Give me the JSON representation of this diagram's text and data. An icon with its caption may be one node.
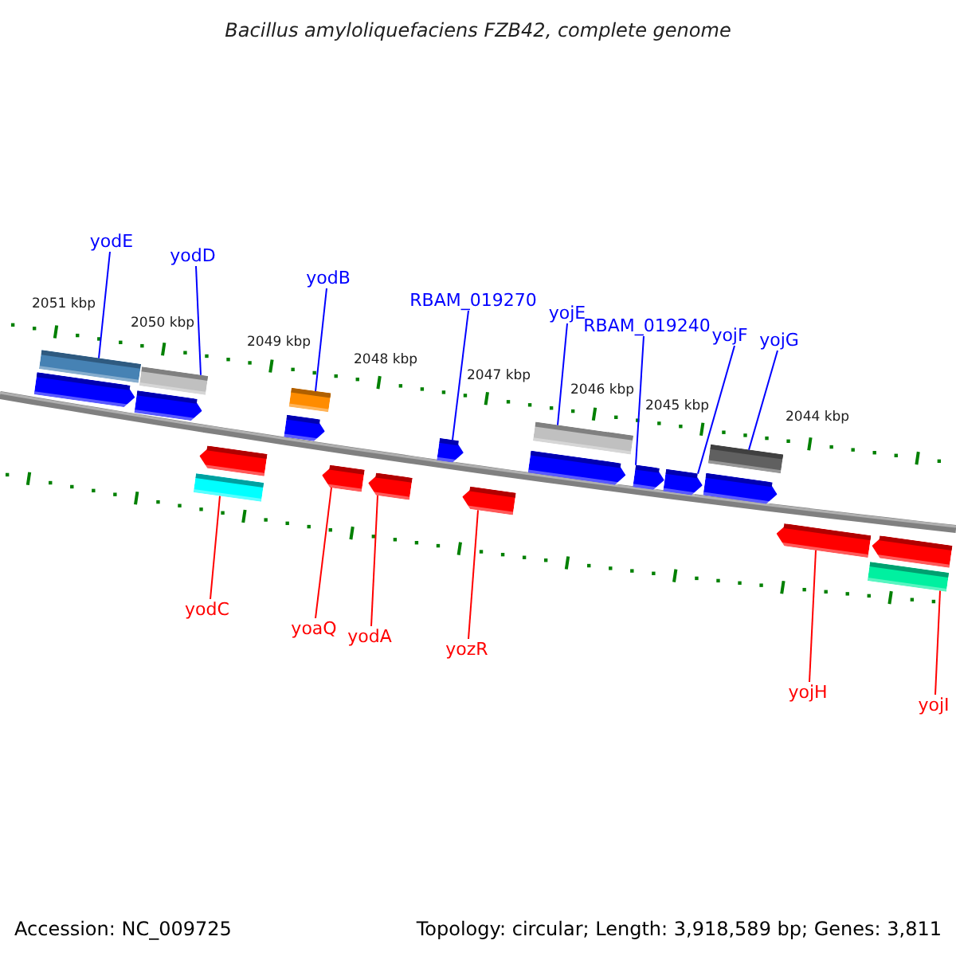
{
  "diagram": {
    "title": "Bacillus amyloliquefaciens FZB42, complete genome",
    "nodes": [
      {
        "text": [
          "yodE"
        ]
      },
      {
        "text": [
          "yodD"
        ]
      },
      {
        "text": [
          "yodB"
        ]
      },
      {
        "text": [
          "RBAM_019270"
        ]
      },
      {
        "text": [
          "yojE"
        ]
      },
      {
        "text": [
          "RBAM_019240"
        ]
      },
      {
        "text": [
          "yojF"
        ]
      },
      {
        "text": [
          "yojG"
        ]
      },
      {
        "text": [
          "yodC"
        ]
      },
      {
        "text": [
          "yoaQ"
        ]
      },
      {
        "text": [
          "yodA"
        ]
      },
      {
        "text": [
          "yozR"
        ]
      },
      {
        "text": [
          "yojH"
        ]
      },
      {
        "text": [
          "yojI"
        ]
      },
      {
        "text": [],
        "shape": "arrow"
      },
      {
        "text": [],
        "shape": "bar"
      },
      {
        "text": [],
        "shape": "arrow"
      },
      {
        "text": [],
        "shape": "bar"
      },
      {
        "text": [],
        "shape": "bar"
      },
      {
        "text": [],
        "shape": "arrow"
      },
      {
        "text": [],
        "shape": "arrow"
      },
      {
        "text": [],
        "shape": "bar"
      },
      {
        "text": [],
        "shape": "arrow"
      },
      {
        "text": [],
        "shape": "arrow"
      },
      {
        "text": [],
        "shape": "arrow"
      },
      {
        "text": [],
        "shape": "arrow"
      },
      {
        "text": [],
        "shape": "arrow"
      },
      {
        "text": [],
        "shape": "bar"
      },
      {
        "text": [],
        "shape": "arrow"
      },
      {
        "text": [],
        "shape": "arrow"
      },
      {
        "text": [],
        "shape": "arrow"
      },
      {
        "text": [],
        "shape": "bar"
      },
      {
        "text": [],
        "shape": "arrow"
      },
      {
        "text": [],
        "shape": "bar"
      },
      {
        "text": [],
        "shape": "arrow"
      }
    ],
    "edges": [
      {
        "from": 0,
        "to": 15,
        "arrow": "none"
      },
      {
        "from": 1,
        "to": 17,
        "arrow": "none"
      },
      {
        "from": 2,
        "to": 21,
        "arrow": "none"
      },
      {
        "from": 3,
        "to": 24,
        "arrow": "none"
      },
      {
        "from": 4,
        "to": 27,
        "arrow": "none"
      },
      {
        "from": 5,
        "to": 28,
        "arrow": "none"
      },
      {
        "from": 6,
        "to": 29,
        "arrow": "none"
      },
      {
        "from": 7,
        "to": 31,
        "arrow": "none"
      },
      {
        "from": 8,
        "to": 18,
        "arrow": "none",
        "color": "#ff0000"
      },
      {
        "from": 9,
        "to": 22,
        "arrow": "none",
        "color": "#ff0000"
      },
      {
        "from": 10,
        "to": 23,
        "arrow": "none",
        "color": "#ff0000"
      },
      {
        "from": 11,
        "to": 25,
        "arrow": "none",
        "color": "#ff0000"
      },
      {
        "from": 12,
        "to": 32,
        "arrow": "none",
        "color": "#ff0000"
      },
      {
        "from": 13,
        "to": 33,
        "arrow": "none",
        "color": "#ff0000"
      }
    ],
    "labels": [
      "2051 kbp",
      "2050 kbp",
      "2049 kbp",
      "2048 kbp",
      "2047 kbp",
      "2046 kbp",
      "2045 kbp",
      "2044 kbp",
      "Accession: NC_009725",
      "Topology: circular; Length: 3,918,589 bp; Genes: 3,811"
    ]
  }
}
